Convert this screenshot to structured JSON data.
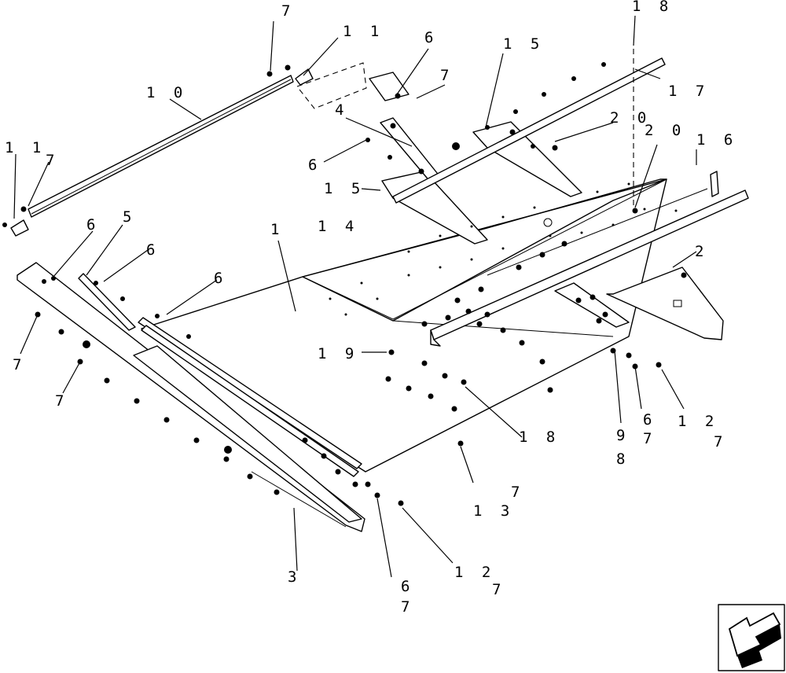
{
  "diagram": {
    "callouts": [
      {
        "id": "c1",
        "text": "7"
      },
      {
        "id": "c2",
        "text": "1 1"
      },
      {
        "id": "c3",
        "text": "6"
      },
      {
        "id": "c4",
        "text": "7"
      },
      {
        "id": "c5",
        "text": "1 5"
      },
      {
        "id": "c6",
        "text": "1 8"
      },
      {
        "id": "c7",
        "text": "1 7"
      },
      {
        "id": "c8",
        "text": "1 0"
      },
      {
        "id": "c9",
        "text": "4"
      },
      {
        "id": "c10",
        "text": "2 0"
      },
      {
        "id": "c11",
        "text": "2 0"
      },
      {
        "id": "c12",
        "text": "1 1"
      },
      {
        "id": "c13",
        "text": "7"
      },
      {
        "id": "c14",
        "text": "6"
      },
      {
        "id": "c15",
        "text": "1 6"
      },
      {
        "id": "c16",
        "text": "1 5"
      },
      {
        "id": "c17",
        "text": "1"
      },
      {
        "id": "c18",
        "text": "1 4"
      },
      {
        "id": "c19",
        "text": "6"
      },
      {
        "id": "c20",
        "text": "5"
      },
      {
        "id": "c21",
        "text": "6"
      },
      {
        "id": "c22",
        "text": "2"
      },
      {
        "id": "c23",
        "text": "6"
      },
      {
        "id": "c24",
        "text": "7"
      },
      {
        "id": "c25",
        "text": "1 9"
      },
      {
        "id": "c26",
        "text": "7"
      },
      {
        "id": "c27",
        "text": "1 8"
      },
      {
        "id": "c28",
        "text": "9"
      },
      {
        "id": "c29",
        "text": "8"
      },
      {
        "id": "c30",
        "text": "6"
      },
      {
        "id": "c31",
        "text": "7"
      },
      {
        "id": "c32",
        "text": "1 2"
      },
      {
        "id": "c33",
        "text": "7"
      },
      {
        "id": "c34",
        "text": "7"
      },
      {
        "id": "c35",
        "text": "1 3"
      },
      {
        "id": "c36",
        "text": "3"
      },
      {
        "id": "c37",
        "text": "1 2"
      },
      {
        "id": "c38",
        "text": "7"
      },
      {
        "id": "c39",
        "text": "6"
      },
      {
        "id": "c40",
        "text": "7"
      }
    ]
  }
}
